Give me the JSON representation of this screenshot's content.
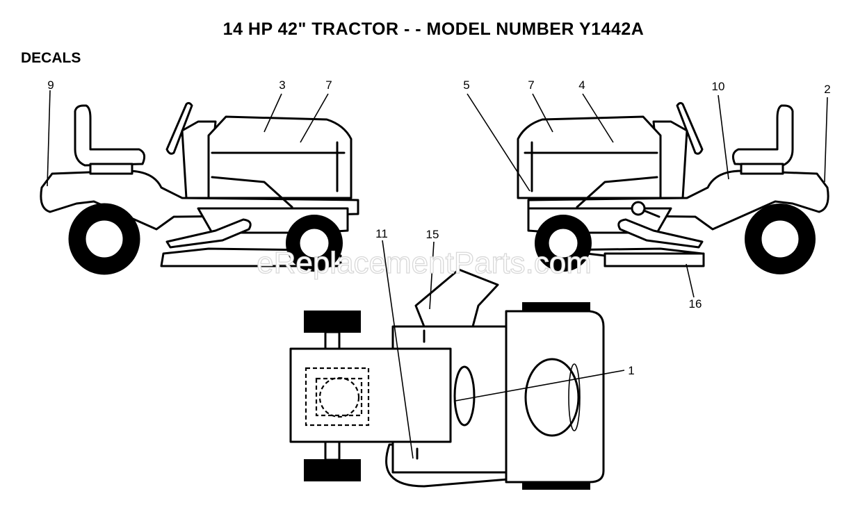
{
  "title": "14 HP 42\" TRACTOR - - MODEL NUMBER Y1442A",
  "section": "DECALS",
  "watermark": "eReplacementParts.com",
  "callouts": [
    "9",
    "3",
    "7",
    "5",
    "7",
    "4",
    "10",
    "2",
    "11",
    "15",
    "16",
    "1"
  ]
}
